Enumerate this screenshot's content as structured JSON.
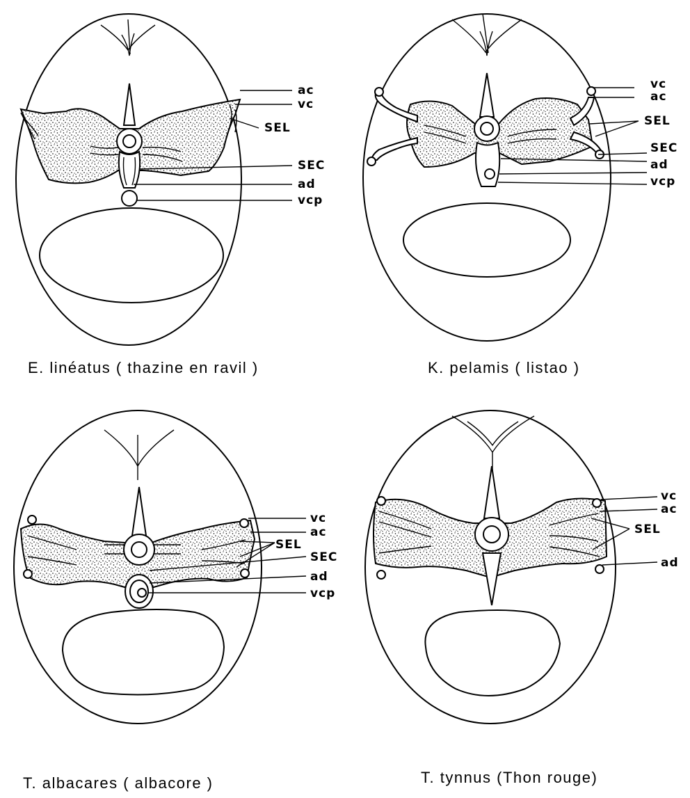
{
  "panels": [
    {
      "caption": "E. linéatus ( thazine en ravil )",
      "labels": [
        "ac",
        "vc",
        "SEL",
        "SEC",
        "ad",
        "vcp"
      ]
    },
    {
      "caption": "K. pelamis ( listao )",
      "labels": [
        "vc",
        "ac",
        "SEL",
        "SEC",
        "ad",
        "vcp"
      ]
    },
    {
      "caption": "T. albacares ( albacore )",
      "labels": [
        "vc",
        "ac",
        "SEL",
        "SEC",
        "ad",
        "vcp"
      ]
    },
    {
      "caption": "T. tynnus (Thon rouge)",
      "labels": [
        "vc",
        "ac",
        "SEL",
        "ad"
      ]
    }
  ]
}
